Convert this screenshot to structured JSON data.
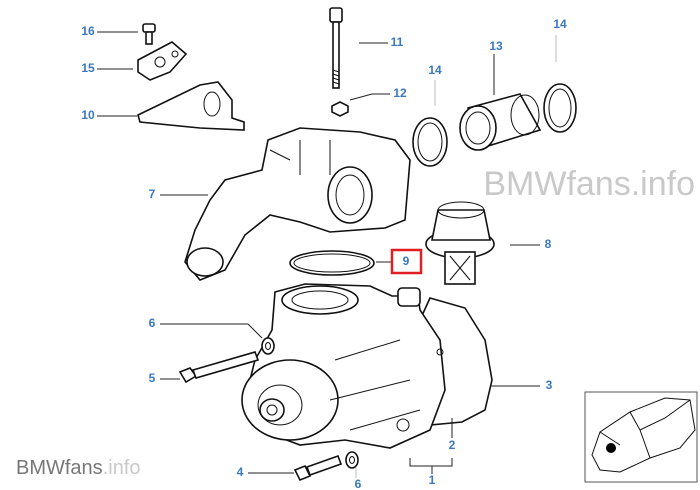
{
  "diagram": {
    "watermark_top": "BMWfans.info",
    "watermark_bottom_brand": "BMWfans",
    "watermark_bottom_suffix": ".info",
    "highlighted_part": "9",
    "label_color": "#3a78bf",
    "highlight_color": "#e02020",
    "callouts": [
      {
        "id": "16",
        "part": "bolt"
      },
      {
        "id": "15",
        "part": "bracket"
      },
      {
        "id": "10",
        "part": "mounting-bracket"
      },
      {
        "id": "7",
        "part": "water-pipe-housing"
      },
      {
        "id": "11",
        "part": "long-bolt"
      },
      {
        "id": "12",
        "part": "nut"
      },
      {
        "id": "14",
        "part": "o-ring-left"
      },
      {
        "id": "13",
        "part": "connecting-pipe"
      },
      {
        "id": "14",
        "part": "o-ring-right"
      },
      {
        "id": "8",
        "part": "thermostat"
      },
      {
        "id": "9",
        "part": "gasket-ring"
      },
      {
        "id": "6",
        "part": "washer-top"
      },
      {
        "id": "5",
        "part": "bolt-side"
      },
      {
        "id": "3",
        "part": "pump-gasket"
      },
      {
        "id": "2",
        "part": "pump-body"
      },
      {
        "id": "4",
        "part": "bolt-bottom"
      },
      {
        "id": "6",
        "part": "washer-bottom"
      },
      {
        "id": "1",
        "part": "water-pump-assembly"
      }
    ]
  }
}
